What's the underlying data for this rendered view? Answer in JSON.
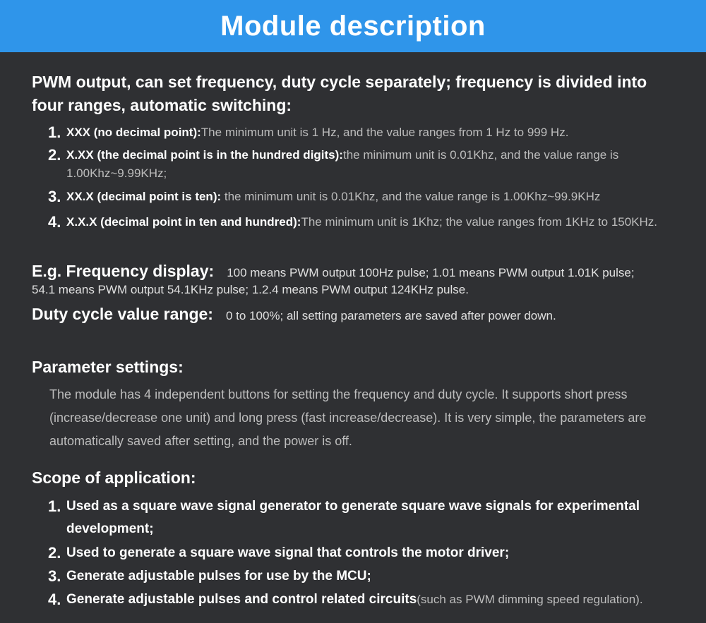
{
  "header": {
    "title": "Module description"
  },
  "intro": "PWM output, can set frequency, duty cycle separately; frequency is divided into four ranges, automatic switching:",
  "ranges": [
    {
      "num": "1.",
      "bold": "XXX (no decimal point):",
      "text": "The minimum unit is 1 Hz, and the value ranges from 1 Hz to 999 Hz."
    },
    {
      "num": "2.",
      "bold": "X.XX (the decimal point is in the hundred digits):",
      "text": "the minimum unit is 0.01Khz, and the value range is 1.00Khz~9.99KHz;"
    },
    {
      "num": "3.",
      "bold": "XX.X (decimal point is ten):",
      "text": " the minimum unit is 0.01Khz, and the value range is 1.00Khz~99.9KHz"
    },
    {
      "num": "4.",
      "bold": "X.X.X (decimal point in ten and hundred):",
      "text": "The minimum unit is 1Khz; the value ranges from 1KHz to 150KHz."
    }
  ],
  "example": {
    "label": "E.g. Frequency display:",
    "text": "100 means PWM output 100Hz pulse; 1.01 means PWM output 1.01K pulse; 54.1 means PWM output 54.1KHz pulse; 1.2.4 means PWM output 124KHz pulse."
  },
  "duty": {
    "label": "Duty cycle value range:",
    "text": "0 to 100%; all setting parameters are saved after power down."
  },
  "parameter": {
    "title": "Parameter settings:",
    "text": "The module has 4 independent buttons for setting the frequency and duty cycle. It supports short press (increase/decrease one unit) and long press (fast increase/decrease). It is very simple, the parameters are automatically saved after setting, and the power is off."
  },
  "scope": {
    "title": "Scope of application:",
    "items": [
      {
        "num": "1.",
        "text": "Used as a square wave signal generator to generate square wave signals for experimental development;",
        "note": ""
      },
      {
        "num": "2.",
        "text": "Used to generate a square wave signal that controls the motor driver;",
        "note": ""
      },
      {
        "num": "3.",
        "text": "Generate adjustable pulses for use by the MCU;",
        "note": ""
      },
      {
        "num": "4.",
        "text": "Generate adjustable pulses and control related circuits",
        "note": "(such as PWM dimming speed regulation)."
      }
    ]
  },
  "colors": {
    "header_bg": "#2f95ea",
    "page_bg": "#2f3033",
    "body_text": "#bdbdbd",
    "heading_text": "#ffffff"
  }
}
